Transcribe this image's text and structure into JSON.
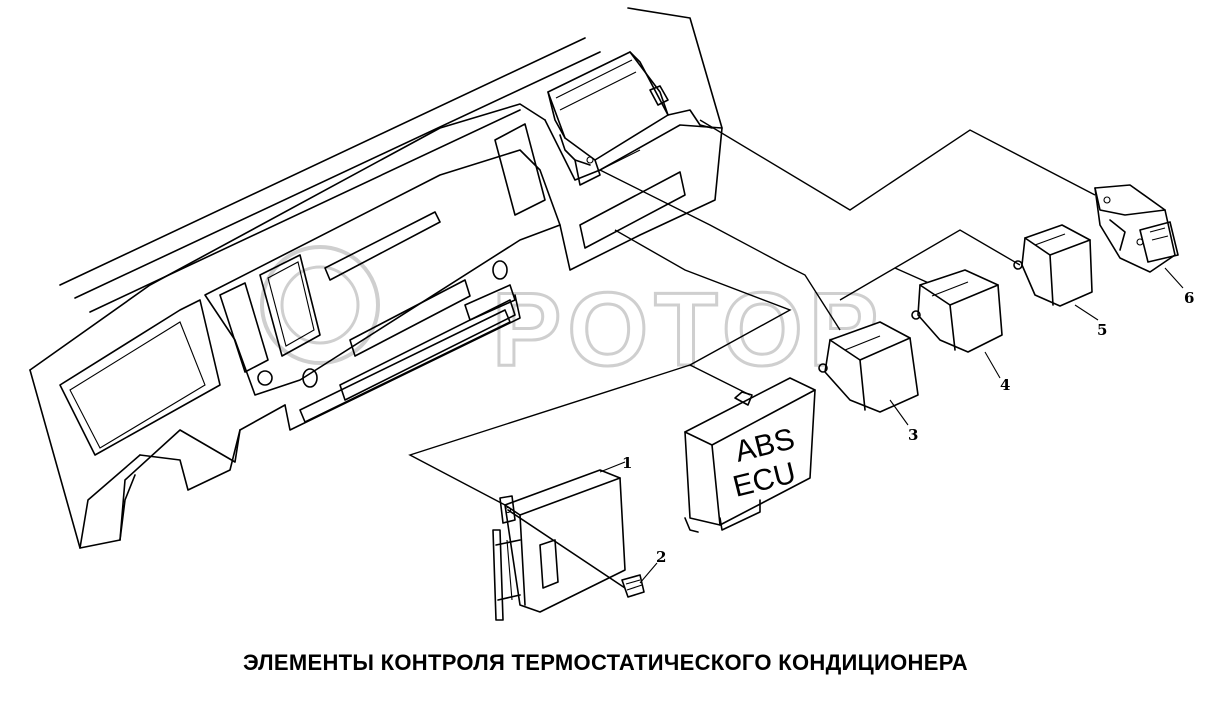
{
  "caption": "ЭЛЕМЕНТЫ КОНТРОЛЯ ТЕРМОСТАТИЧЕСКОГО КОНДИЦИОНЕРА",
  "watermark": "POTOP",
  "ecu_label": {
    "line1": "ABS",
    "line2": "ECU"
  },
  "callouts": [
    "1",
    "2",
    "3",
    "4",
    "5",
    "6"
  ],
  "colors": {
    "ink": "#000000",
    "watermark": "#cfcfcf",
    "background": "#ffffff"
  }
}
